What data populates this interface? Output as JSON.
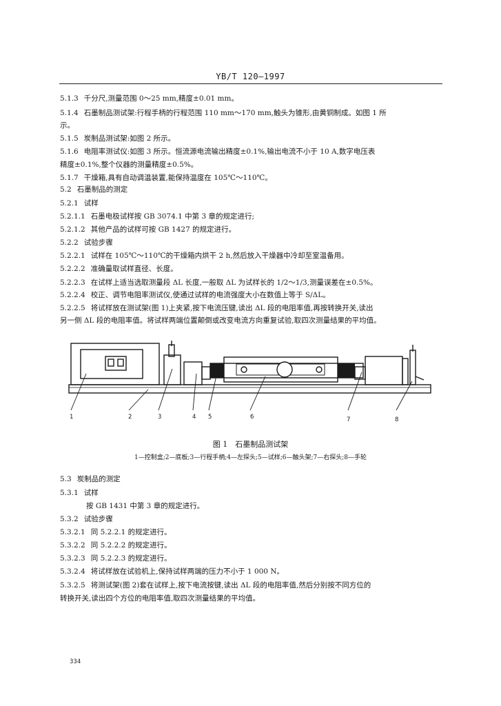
{
  "header": {
    "standard": "YB/T 120—1997"
  },
  "block1": [
    {
      "num": "5.1.3",
      "text": "千分尺,测量范围 0～25 mm,精度±0.01 mm。"
    },
    {
      "num": "5.1.4",
      "text": "石墨制品测试架:行程手柄的行程范围 110 mm～170 mm,触头为锥形,由黄铜制成。如图 1 所"
    },
    {
      "num": "",
      "text": "示。"
    },
    {
      "num": "5.1.5",
      "text": "炭制品测试架:如图 2 所示。"
    },
    {
      "num": "5.1.6",
      "text": "电阻率测试仪:如图 3 所示。恒流源电流输出精度±0.1%,输出电流不小于 10 A,数字电压表"
    },
    {
      "num": "",
      "text": "精度±0.1%,整个仪器的测量精度±0.5%。"
    },
    {
      "num": "5.1.7",
      "text": "干燥箱,具有自动调温装置,能保持温度在 105℃～110℃。"
    },
    {
      "num": "5.2",
      "text": "石墨制品的测定"
    },
    {
      "num": "5.2.1",
      "text": "试样"
    },
    {
      "num": "5.2.1.1",
      "text": "石墨电极试样按 GB 3074.1 中第 3 章的规定进行;"
    },
    {
      "num": "5.2.1.2",
      "text": "其他产品的试样可按 GB 1427 的规定进行。"
    },
    {
      "num": "5.2.2",
      "text": "试验步骤"
    },
    {
      "num": "5.2.2.1",
      "text": "试样在 105℃～110℃的干燥箱内烘干 2 h,然后放入干燥器中冷却至室温备用。"
    },
    {
      "num": "5.2.2.2",
      "text": "准确量取试样直径、长度。"
    },
    {
      "num": "5.2.2.3",
      "text": "在试样上适当选取测量段 ΔL 长度,一般取 ΔL 为试样长的 1/2～1/3,测量误差在±0.5%。"
    },
    {
      "num": "5.2.2.4",
      "text": "校正、调节电阻率测试仪,使通过试样的电流强度大小在数值上等于 S/ΔL。"
    },
    {
      "num": "5.2.2.5",
      "text": "将试样放在测试架(图 1)上夹紧,按下电流压键,读出 ΔL 段的电阻率值,再按转换开关,读出"
    },
    {
      "num": "",
      "text": "另一侧 ΔL 段的电阻率值。将试样两端位置颠倒或改变电流方向重复试验,取四次测量结果的平均值。"
    }
  ],
  "figure": {
    "callouts": [
      "1",
      "2",
      "3",
      "4",
      "5",
      "6",
      "7",
      "8"
    ],
    "caption": "图 1　石墨制品测试架",
    "legend": "1—控制盒;2—底板;3—行程手柄;4—左探头;5—试样;6—触头架;7—右探头;8—手轮"
  },
  "block2": [
    {
      "num": "5.3",
      "text": "炭制品的测定"
    },
    {
      "num": "5.3.1",
      "text": "试样"
    },
    {
      "num": "",
      "text": "按 GB 1431 中第 3 章的规定进行。"
    },
    {
      "num": "5.3.2",
      "text": "试验步骤"
    },
    {
      "num": "5.3.2.1",
      "text": "同 5.2.2.1 的规定进行。"
    },
    {
      "num": "5.3.2.2",
      "text": "同 5.2.2.2 的规定进行。"
    },
    {
      "num": "5.3.2.3",
      "text": "同 5.2.2.3 的规定进行。"
    },
    {
      "num": "5.3.2.4",
      "text": "将试样放在试验机上,保持试样两端的压力不小于 1 000 N。"
    },
    {
      "num": "5.3.2.5",
      "text": "将测试架(图 2)套在试样上,按下电流按键,读出 ΔL 段的电阻率值,然后分别按不同方位的"
    },
    {
      "num": "",
      "text": "转换开关,读出四个方位的电阻率值,取四次测量结果的平均值。"
    }
  ],
  "footer": {
    "page_number": "334"
  }
}
